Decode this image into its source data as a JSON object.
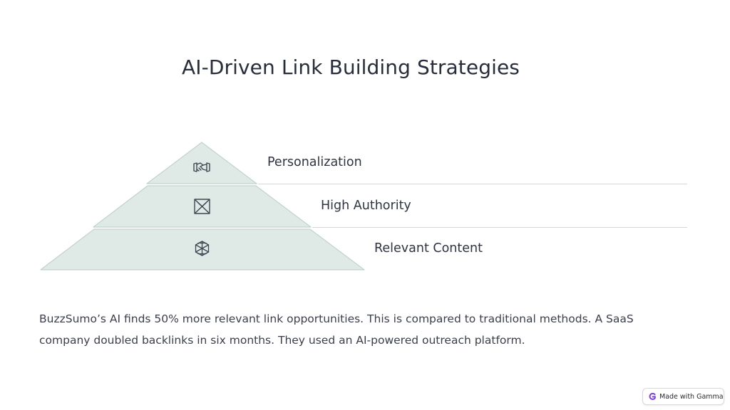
{
  "slide": {
    "title": "AI-Driven Link Building Strategies",
    "body": "BuzzSumo’s AI finds 50% more relevant link opportunities. This is compared to traditional methods. A SaaS company doubled backlinks in six months. They used an AI-powered outreach platform."
  },
  "pyramid": {
    "fill_color": "#dfeae6",
    "stroke_color": "#c2d2cc",
    "icon_color": "#3e4652",
    "tiers": [
      {
        "label": "Personalization",
        "icon": "handshake-icon"
      },
      {
        "label": "High Authority",
        "icon": "envelope-icon"
      },
      {
        "label": "Relevant Content",
        "icon": "hexagon-icon"
      }
    ]
  },
  "badge": {
    "label": "Made with Gamma",
    "icon": "gamma-logo-icon",
    "color": "#7b3fe4"
  }
}
